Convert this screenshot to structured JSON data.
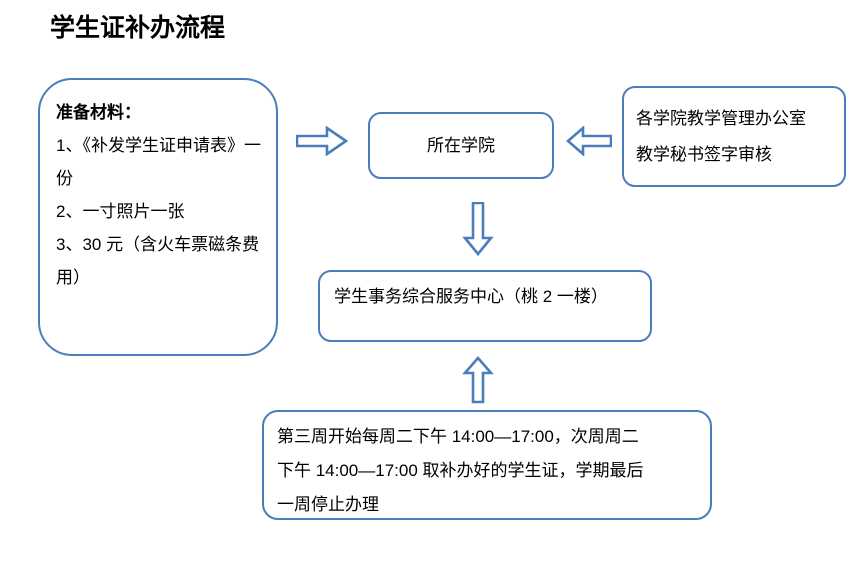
{
  "page": {
    "title": "学生证补办流程",
    "accent_color": "#4A7EBB",
    "background_color": "#FFFFFF",
    "text_color": "#000000"
  },
  "nodes": {
    "materials": {
      "heading": "准备材料：",
      "items": [
        "1、《补发学生证申请表》一份",
        "2、一寸照片一张",
        "3、30 元（含火车票磁条费用）"
      ],
      "raw_text": "准备材料：\n1、《补发学生证申请\n表》一份\n2、一寸照片一张\n3、30 元 ( 含火车票磁\n条费用 )"
    },
    "college": {
      "label": "所在学院"
    },
    "secretary": {
      "label": "各学院教学管理办公室\n教学秘书签字审核"
    },
    "service_center": {
      "label": "学生事务综合服务中心（桃 2 一楼）"
    },
    "schedule": {
      "label": "第三周开始每周二下午 14:00—17:00，次周周二\n下午 14:00—17:00 取补办好的学生证，学期最后\n一周停止办理"
    }
  },
  "arrows": [
    {
      "name": "arrow-right",
      "direction": "right",
      "from": "materials",
      "to": "college"
    },
    {
      "name": "arrow-left",
      "direction": "left",
      "from": "secretary",
      "to": "college"
    },
    {
      "name": "arrow-down",
      "direction": "down",
      "from": "college",
      "to": "service_center"
    },
    {
      "name": "arrow-up",
      "direction": "up",
      "from": "schedule",
      "to": "service_center"
    }
  ]
}
